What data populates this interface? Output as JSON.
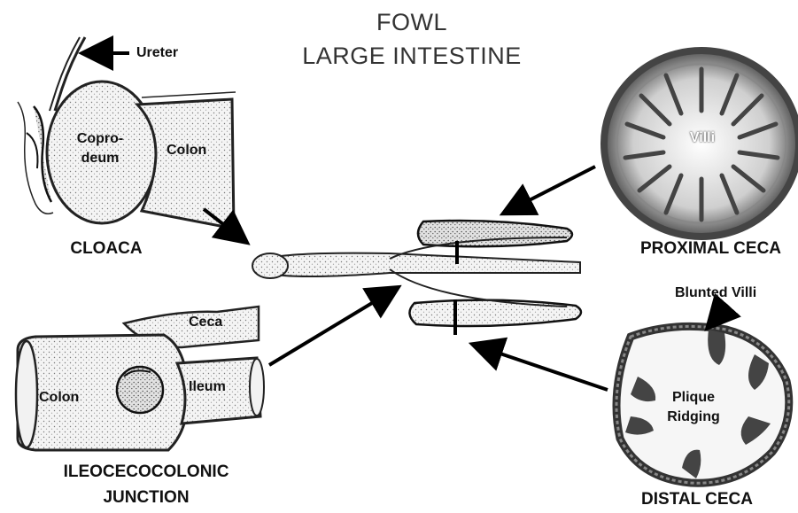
{
  "title": {
    "line1": "FOWL",
    "line2": "LARGE INTESTINE"
  },
  "cloaca": {
    "caption": "CLOACA",
    "ureter_label": "Ureter",
    "coprodeum_line1": "Copro-",
    "coprodeum_line2": "deum",
    "colon_label": "Colon"
  },
  "ileocecocolonic": {
    "caption_line1": "ILEOCECOCOLONIC",
    "caption_line2": "JUNCTION",
    "ceca_label": "Ceca",
    "colon_label": "Colon",
    "ileum_label": "Ileum"
  },
  "proximal_ceca": {
    "caption": "PROXIMAL CECA",
    "villi_label": "Villi"
  },
  "distal_ceca": {
    "caption": "DISTAL CECA",
    "blunted_villi_label": "Blunted Villi",
    "plique_line1": "Plique",
    "plique_line2": "Ridging"
  }
}
